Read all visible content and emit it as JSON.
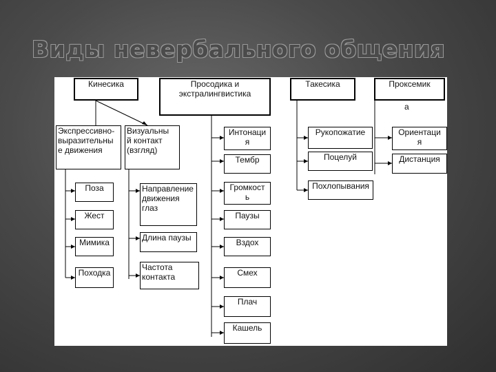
{
  "slide": {
    "title": "Виды невербального общения"
  },
  "diagram": {
    "kinesics": {
      "label": "Кинесика",
      "expressive": "Экспрессивно-\nвыразительны\nе движения",
      "visual": "Визуальны\nй   контакт\n(взгляд)",
      "expressive_items": [
        "Поза",
        "Жест",
        "Мимика",
        "Походка"
      ],
      "visual_items": [
        "Направление\nдвижения\nглаз",
        "Длина паузы",
        "Частота\nконтакта"
      ]
    },
    "prosody": {
      "label": "Просодика и\nэкстралингвистика",
      "items": [
        "Интонаци\nя",
        "Тембр",
        "Громкост\nь",
        "Паузы",
        "Вздох",
        "Смех",
        "Плач",
        "Кашель"
      ]
    },
    "takesics": {
      "label": "Такесика",
      "items": [
        "Рукопожатие",
        "Поцелуй",
        "Похлопывания"
      ]
    },
    "proxemics": {
      "label": "Проксемик",
      "label_overflow": "а",
      "items": [
        "Ориентаци\nя",
        "Дистанция"
      ]
    }
  }
}
